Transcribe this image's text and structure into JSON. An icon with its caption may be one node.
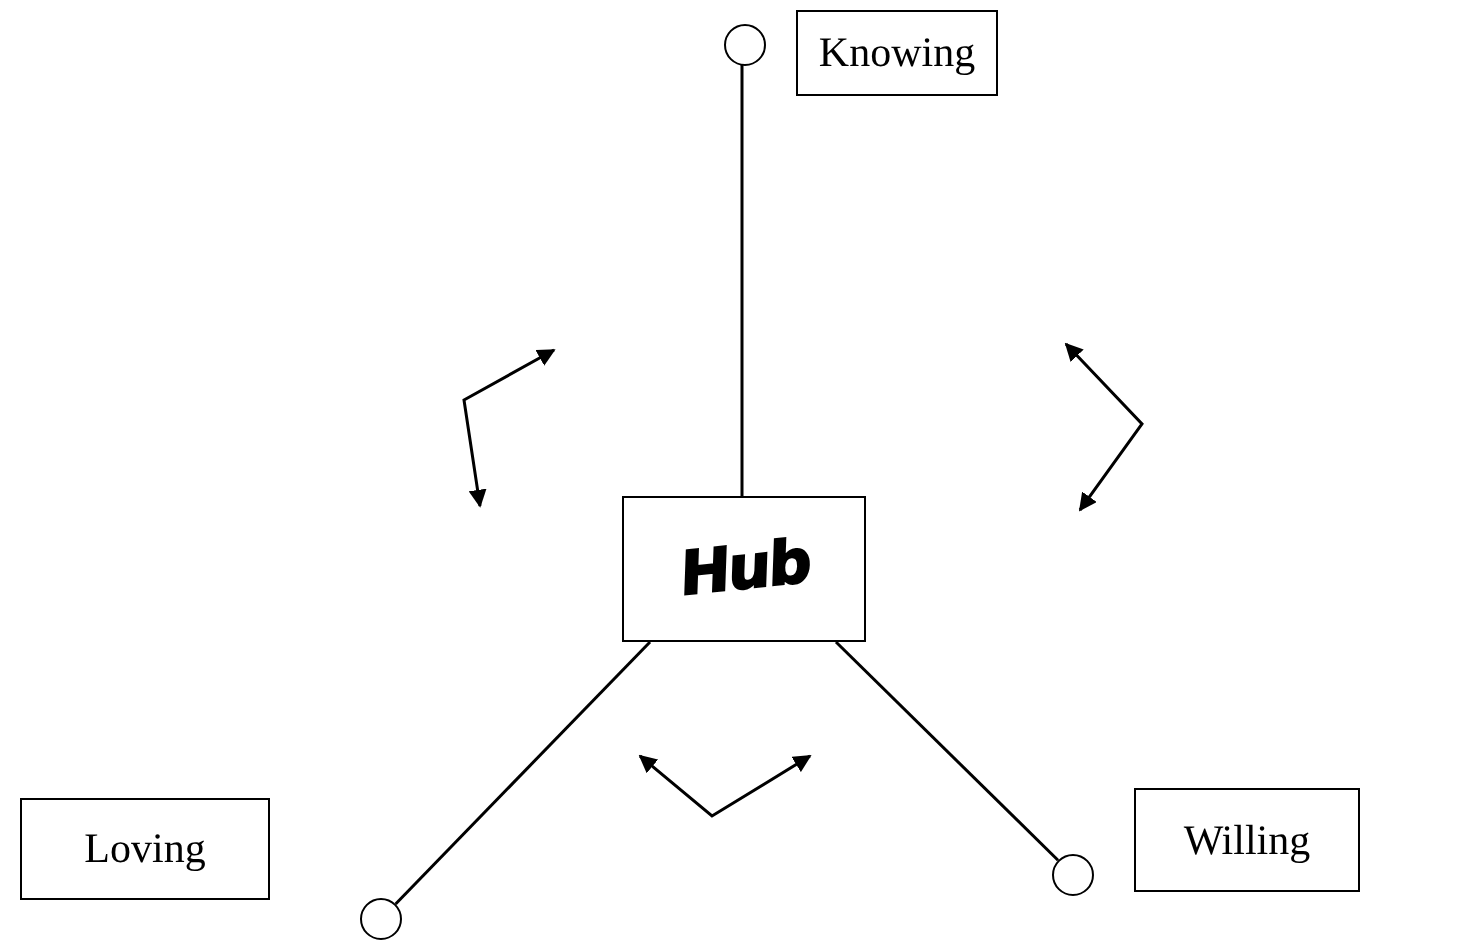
{
  "diagram": {
    "nodes": [
      {
        "text": [],
        "shape": "circle"
      },
      {
        "text": [
          "Knowing"
        ]
      },
      {
        "text": [
          "Hub"
        ]
      },
      {
        "text": [
          "Loving"
        ]
      },
      {
        "text": [],
        "shape": "circle"
      },
      {
        "text": [
          "Willing"
        ]
      },
      {
        "text": [],
        "shape": "circle"
      }
    ],
    "edges": [
      {
        "from": 2,
        "to": 0,
        "arrow": "none"
      },
      {
        "from": 2,
        "to": 4,
        "arrow": "none"
      },
      {
        "from": 2,
        "to": 6,
        "arrow": "none"
      }
    ]
  }
}
